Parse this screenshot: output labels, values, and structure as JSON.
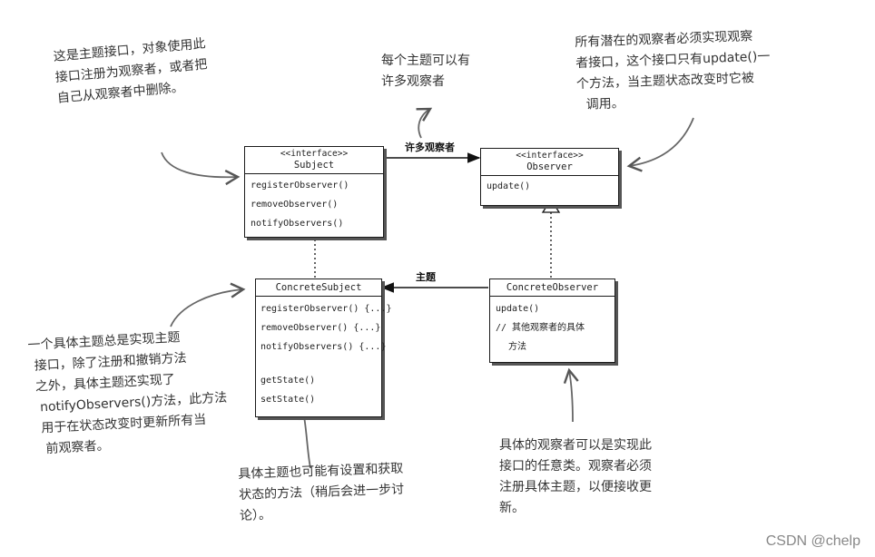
{
  "subject": {
    "stereotype": "<<interface>>",
    "name": "Subject",
    "methods": [
      "registerObserver()",
      "removeObserver()",
      "notifyObservers()"
    ]
  },
  "observer": {
    "stereotype": "<<interface>>",
    "name": "Observer",
    "methods": [
      "update()"
    ]
  },
  "concrete_subject": {
    "name": "ConcreteSubject",
    "methods": [
      "registerObserver() {...}",
      "removeObserver() {...}",
      "notifyObservers() {...}",
      "getState()",
      "setState()"
    ]
  },
  "concrete_observer": {
    "name": "ConcreteObserver",
    "methods": [
      "update()",
      "// 其他观察者的具体",
      "方法"
    ]
  },
  "relations": {
    "subject_to_observer": "许多观察者",
    "observer_to_subject": "主题"
  },
  "notes": {
    "subject_interface": [
      "这是主题接口，对象使用此",
      "接口注册为观察者，或者把",
      "自己从观察者中删除。"
    ],
    "many_observers": [
      "每个主题可以有",
      "许多观察者"
    ],
    "observer_interface": [
      "所有潜在的观察者必须实现观察",
      "者接口，这个接口只有update()一",
      "个方法，当主题状态改变时它被",
      "调用。"
    ],
    "concrete_subject_desc": [
      "一个具体主题总是实现主题",
      "接口，除了注册和撤销方法",
      "之外，具体主题还实现了",
      "notifyObservers()方法，此方法",
      "用于在状态改变时更新所有当",
      "前观察者。"
    ],
    "state_methods": [
      "具体主题也可能有设置和获取",
      "状态的方法（稍后会进一步讨",
      "论）。"
    ],
    "concrete_observer_desc": [
      "具体的观察者可以是实现此",
      "接口的任意类。观察者必须",
      "注册具体主题，以便接收更",
      "新。"
    ]
  },
  "watermark": "CSDN @chelp"
}
